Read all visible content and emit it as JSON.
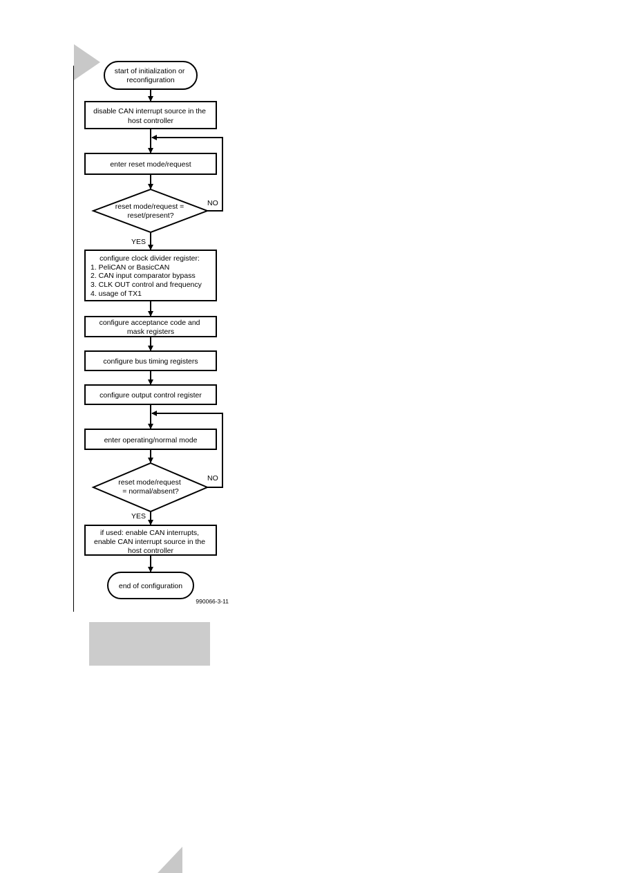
{
  "flowchart": {
    "start": [
      "start of initialization or",
      "reconfiguration"
    ],
    "disable_int": [
      "disable CAN interrupt source in the",
      "host controller"
    ],
    "enter_reset": [
      "enter reset mode/request"
    ],
    "decision_reset": [
      "reset mode/request =",
      "reset/present?"
    ],
    "configure_clock": [
      "configure clock divider register:",
      "1. PeliCAN or BasicCAN",
      "2. CAN input comparator bypass",
      "3. CLK OUT control and frequency",
      "4. usage of TX1"
    ],
    "configure_acceptance": [
      "configure acceptance code and",
      "mask registers"
    ],
    "configure_bus_timing": [
      "configure bus timing registers"
    ],
    "configure_output": [
      "configure output control register"
    ],
    "enter_operating": [
      "enter operating/normal mode"
    ],
    "decision_normal": [
      "reset mode/request",
      "= normal/absent?"
    ],
    "enable_int": [
      "if used:   enable CAN interrupts,",
      "enable CAN interrupt source in the",
      "host controller"
    ],
    "end": [
      "end of configuration"
    ],
    "label_no": "NO",
    "label_yes": "YES",
    "figure_id": "990066-3-11"
  },
  "colors": {
    "marker": "#c8c8c8",
    "gray_block": "#cccccc",
    "stroke": "#000000"
  }
}
